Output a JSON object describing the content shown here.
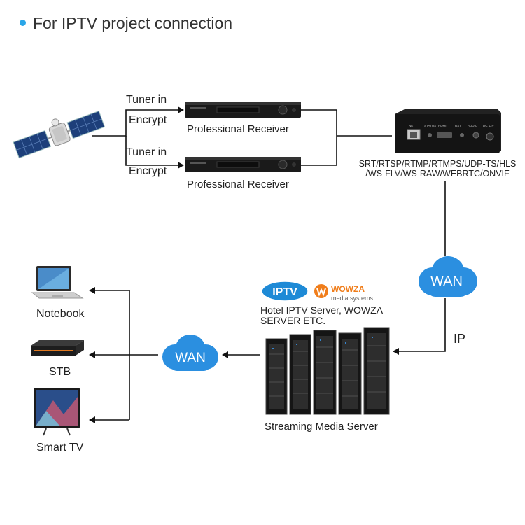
{
  "title": "For IPTV project connection",
  "tuner_labels": [
    {
      "line1": "Tuner in",
      "line2": "Encrypt"
    },
    {
      "line1": "Tuner in",
      "line2": "Encrypt"
    }
  ],
  "receivers": [
    "Professional Receiver",
    "Professional Receiver"
  ],
  "encoder": {
    "protocols_line1": "SRT/RTSP/RTMP/RTMPS/UDP-TS/HLS",
    "protocols_line2": "/WS-FLV/WS-RAW/WEBRTC/ONVIF",
    "ports": [
      "NET",
      "STATUS",
      "HDMI",
      "RST",
      "AUDIO",
      "DC 12V"
    ]
  },
  "wan_top": "WAN",
  "ip_label": "IP",
  "logos": {
    "iptv": "IPTV",
    "wowza": "WOWZA",
    "wowza_sub": "media systems"
  },
  "server_caption_line1": "Hotel IPTV Server, WOWZA",
  "server_caption_line2": "SERVER ETC.",
  "server_label": "Streaming Media Server",
  "wan_bottom": "WAN",
  "devices": [
    "Notebook",
    "STB",
    "Smart TV"
  ],
  "colors": {
    "accent": "#2aa6e8",
    "cloud": "#2b8fe0",
    "line": "#111111",
    "wowza": "#f07d1a"
  }
}
